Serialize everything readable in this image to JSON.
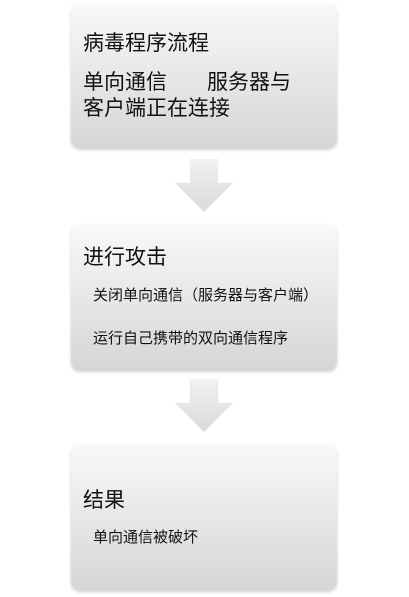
{
  "steps": [
    {
      "title": "病毒程序流程",
      "lines": [
        "单向通信      服务器与",
        "客户端正在连接"
      ]
    },
    {
      "title": "进行攻击",
      "lines": [
        "关闭单向通信（服务器与客户端）",
        "运行自己携带的双向通信程序"
      ]
    },
    {
      "title": "结果",
      "lines": [
        "单向通信被破坏"
      ]
    }
  ],
  "colors": {
    "box_top": "#f9f9f9",
    "box_bottom": "#d6d6d6",
    "arrow": "#e4e4e4"
  },
  "icons": [
    "down-arrow-icon",
    "down-arrow-icon"
  ]
}
